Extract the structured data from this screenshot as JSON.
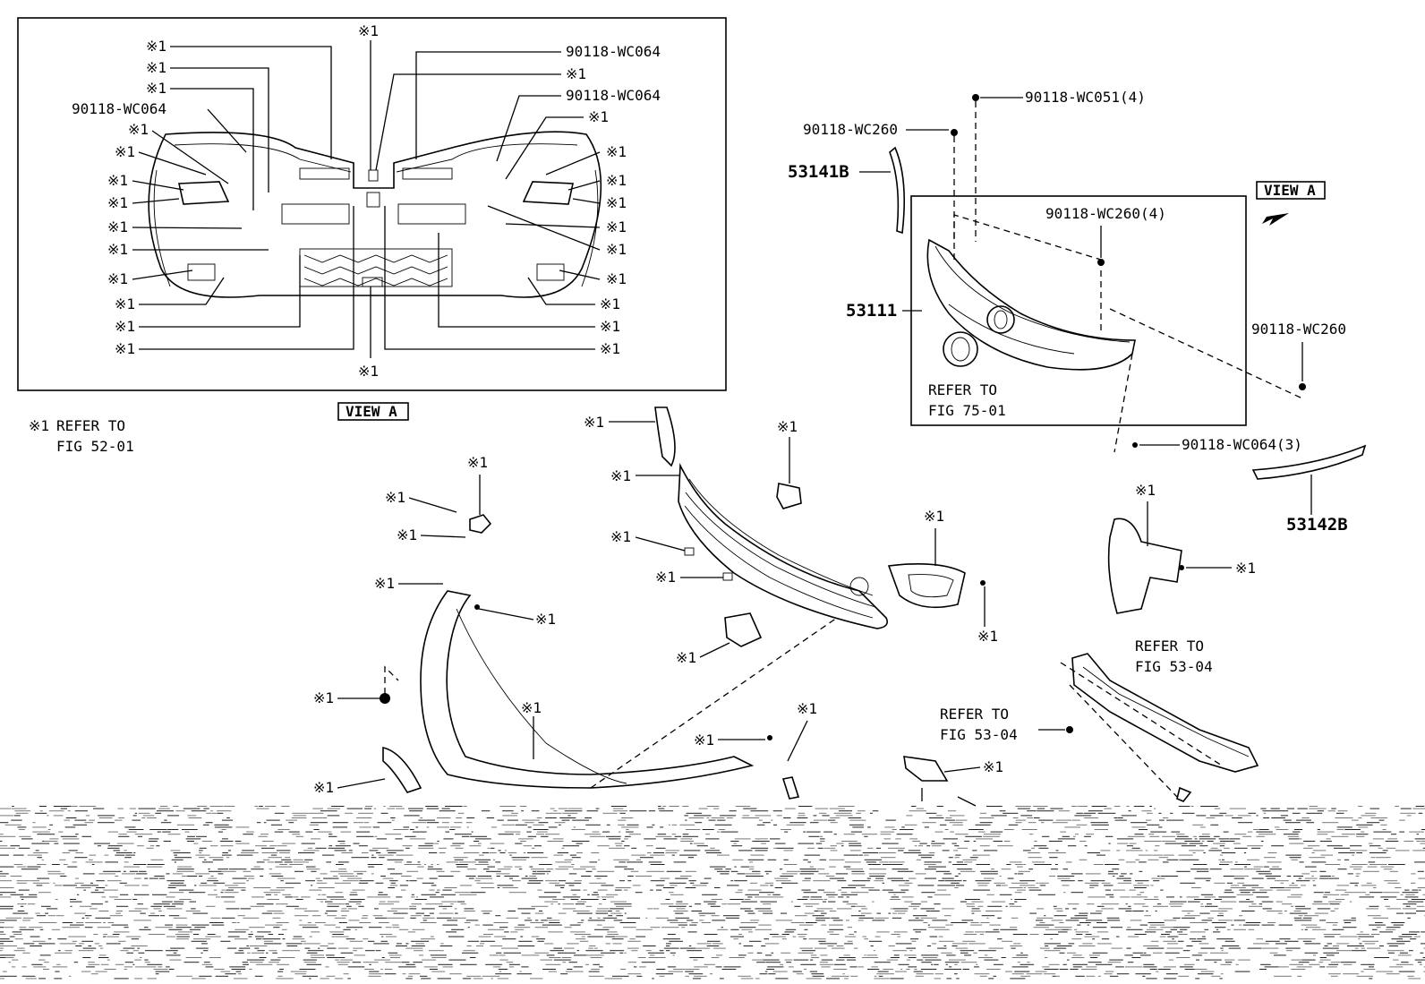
{
  "note_symbol": "※1",
  "note_text_line1": "REFER TO",
  "note_text_line2": "FIG 52-01",
  "view_a_label": "VIEW A",
  "parts": {
    "p53141B": "53141B",
    "p53142B": "53142B",
    "p53111": "53111",
    "b90118_WC051_4": "90118-WC051(4)",
    "b90118_WC260": "90118-WC260",
    "b90118_WC260_4": "90118-WC260(4)",
    "b90118_WC064": "90118-WC064",
    "b90118_WC064_3": "90118-WC064(3)"
  },
  "refs": {
    "refer_to": "REFER TO",
    "fig_75_01": "FIG 75-01",
    "fig_53_04": "FIG 53-04"
  }
}
